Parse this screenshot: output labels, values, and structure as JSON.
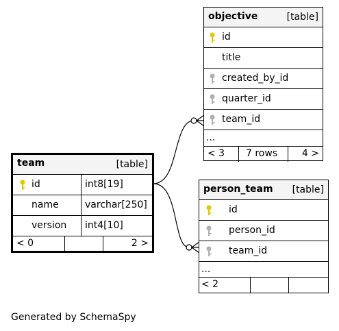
{
  "tables": {
    "objective": {
      "name": "objective",
      "kind": "[table]",
      "columns": [
        "id",
        "title",
        "created_by_id",
        "quarter_id",
        "team_id"
      ],
      "ellipsis": "...",
      "footer": {
        "left": "< 3",
        "middle": "7 rows",
        "right": "4 >"
      }
    },
    "team": {
      "name": "team",
      "kind": "[table]",
      "columns": [
        {
          "name": "id",
          "type": "int8[19]"
        },
        {
          "name": "name",
          "type": "varchar[250]"
        },
        {
          "name": "version",
          "type": "int4[10]"
        }
      ],
      "footer": {
        "left": "< 0",
        "middle": "",
        "right": "2 >"
      }
    },
    "person_team": {
      "name": "person_team",
      "kind": "[table]",
      "columns": [
        "id",
        "person_id",
        "team_id"
      ],
      "ellipsis": "...",
      "footer": {
        "left": "< 2",
        "middle": "",
        "right": ""
      }
    }
  },
  "keys": {
    "primary_color": "#e0c800",
    "foreign_color": "#b0b0b0"
  },
  "generated_by": "Generated by SchemaSpy"
}
